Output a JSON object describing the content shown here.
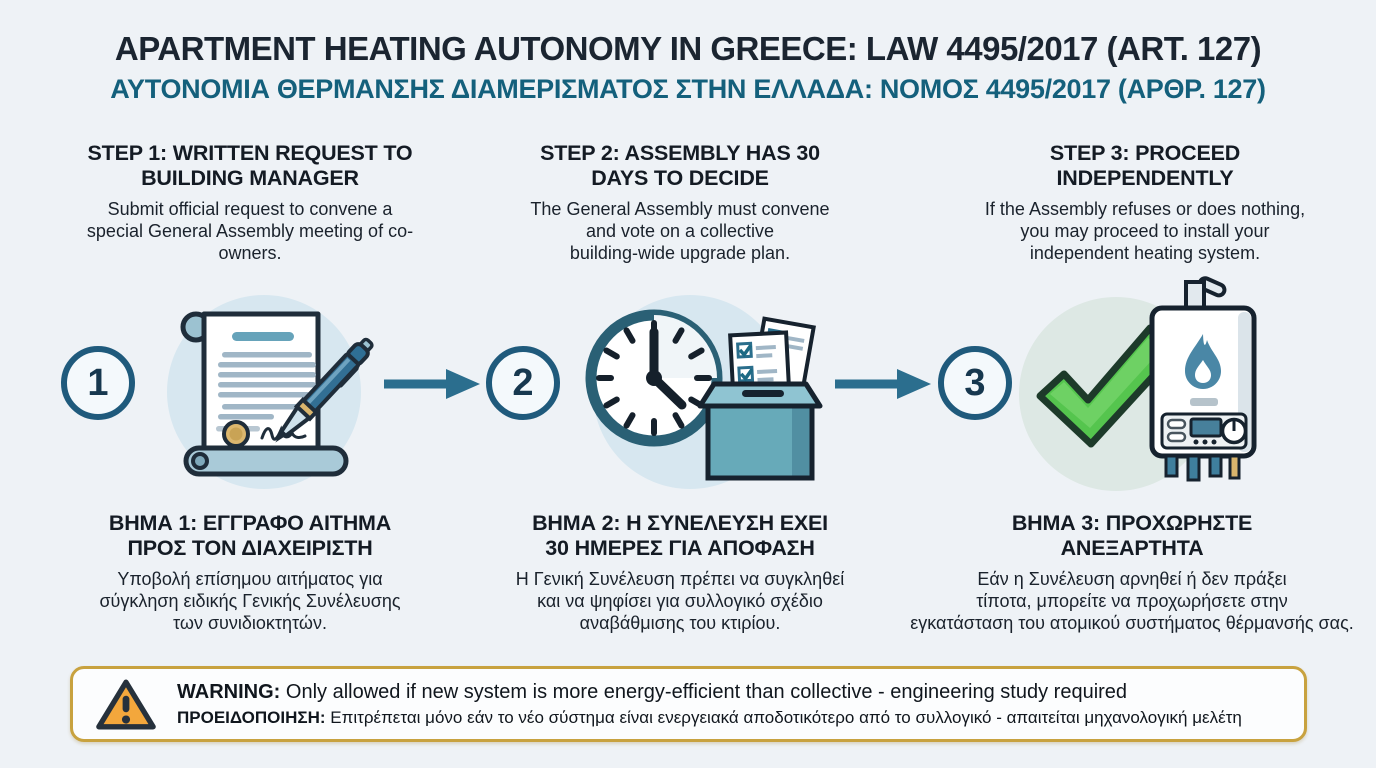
{
  "header": {
    "title_en": "APARTMENT HEATING AUTONOMY IN GREECE: LAW 4495/2017 (ART. 127)",
    "title_el": "ΑΥΤΟΝΟΜΙΑ ΘΕΡΜΑΝΣΗΣ ΔΙΑΜΕΡΙΣΜΑΤΟΣ ΣΤΗΝ ΕΛΛΑΔΑ: ΝΟΜΟΣ 4495/2017 (ΑΡΘΡ. 127)"
  },
  "steps": [
    {
      "number": "1",
      "title_en": [
        "STEP 1: WRITTEN REQUEST TO",
        "BUILDING MANAGER"
      ],
      "desc_en": [
        "Submit official request to convene a",
        "special General Assembly meeting of co-",
        "owners."
      ],
      "title_el": [
        "ΒΗΜΑ 1: ΕΓΓΡΑΦΟ ΑΙΤΗΜΑ",
        "ΠΡΟΣ ΤΟΝ ΔΙΑΧΕΙΡΙΣΤΗ"
      ],
      "desc_el": [
        "Υποβολή επίσημου αιτήματος για",
        "σύγκληση ειδικής Γενικής Συνέλευσης",
        "των συνιδιοκτητών."
      ],
      "illustration": "signed-document-with-pen"
    },
    {
      "number": "2",
      "title_en": [
        "STEP 2: ASSEMBLY HAS 30",
        "DAYS TO DECIDE"
      ],
      "desc_en": [
        "The General Assembly must convene",
        "and vote on a collective",
        "building-wide upgrade plan."
      ],
      "title_el": [
        "ΒΗΜΑ 2: Η ΣΥΝΕΛΕΥΣΗ ΕΧΕΙ",
        "30 ΗΜΕΡΕΣ ΓΙΑ ΑΠΟΦΑΣΗ"
      ],
      "desc_el": [
        "Η Γενική Συνέλευση πρέπει να συγκληθεί",
        "και να ψηφίσει για συλλογικό σχέδιο",
        "αναβάθμισης του κτιρίου."
      ],
      "illustration": "clock-and-ballot-box"
    },
    {
      "number": "3",
      "title_en": [
        "STEP 3: PROCEED",
        "INDEPENDENTLY"
      ],
      "desc_en": [
        "If the Assembly refuses or does nothing,",
        "you may proceed to install your",
        "independent heating system."
      ],
      "title_el": [
        "ΒΗΜΑ 3: ΠΡΟΧΩΡΗΣΤΕ",
        "ΑΝΕΞΑΡΤΗΤΑ"
      ],
      "desc_el": [
        "Εάν η Συνέλευση αρνηθεί ή δεν πράξει",
        "τίποτα, μπορείτε να προχωρήσετε στην",
        "εγκατάσταση του ατομικού συστήματος θέρμανσής σας."
      ],
      "illustration": "green-checkmark-and-boiler"
    }
  ],
  "warning": {
    "label_en": "WARNING:",
    "text_en": "Only allowed if new system is more energy-efficient than collective - engineering study required",
    "label_el": "ΠΡΟΕΙΔΟΠΟΙΗΣΗ:",
    "text_el": "Επιτρέπεται μόνο εάν το νέο σύστημα είναι ενεργειακά αποδοτικότερο από το συλλογικό - απαιτείται μηχανολογική μελέτη",
    "icon": "warning-triangle-icon"
  },
  "colors": {
    "background": "#eef2f6",
    "title_navy": "#1b2531",
    "subtitle_teal": "#14607c",
    "accent_teal": "#2b6e8e",
    "circle_ring": "#1f5a7c",
    "warning_border": "#c8a23f",
    "warning_amber": "#f3a73c",
    "check_green": "#55c54e"
  }
}
